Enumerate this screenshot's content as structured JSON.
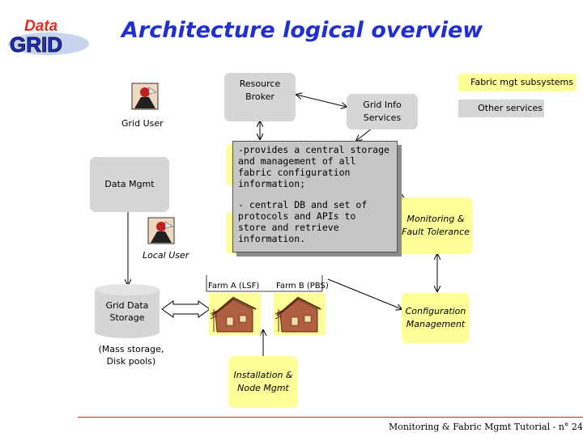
{
  "title": "Architecture logical overview",
  "logo": {
    "line1": "Data",
    "line2": "GRID"
  },
  "legend": {
    "fabric": "Fabric mgt subsystems",
    "other": "Other services",
    "fabric_color": "#ffff99",
    "other_color": "#d6d6d6"
  },
  "boxes": {
    "resource_broker": "Resource\nBroker",
    "grid_info": "Grid Info\nServices",
    "data_mgmt": "Data Mgmt",
    "monitoring": "Monitoring &\nFault Tolerance",
    "configuration": "Configuration\nManagement",
    "installation": "Installation &\nNode Mgmt",
    "grid_data_storage": "Grid Data\nStorage"
  },
  "labels": {
    "grid_user": "Grid User",
    "local_user": "Local User",
    "farm_a": "Farm A (LSF)",
    "farm_b": "Farm B (PBS)",
    "mass_storage": "(Mass storage,\nDisk pools)"
  },
  "popup": {
    "para1": "-provides a central storage\nand management of all\nfabric configuration\ninformation;",
    "para2": "- central DB and set of\nprotocols and APIs to\nstore and retrieve\ninformation."
  },
  "footer": "Monitoring & Fabric Mgmt Tutorial - n° 24",
  "colors": {
    "title": "#1f2fd0",
    "footer_line": "#cc2222",
    "logo_red": "#e03020",
    "logo_blue": "#1f2fd0"
  }
}
